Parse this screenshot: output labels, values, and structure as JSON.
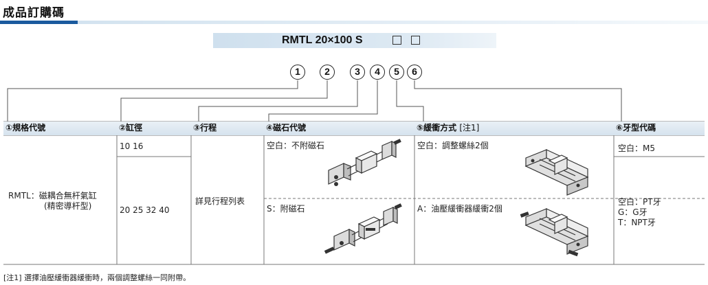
{
  "section_title": "成品訂購碼",
  "order_code": {
    "text": "RMTL 20×100 S",
    "box_count": 2
  },
  "position_markers": [
    "1",
    "2",
    "3",
    "4",
    "5",
    "6"
  ],
  "table": {
    "headers": {
      "spec": "①規格代號",
      "bore": "②缸徑",
      "stroke": "③行程",
      "magnet": "④磁石代號",
      "cushion": "⑤緩衝方式",
      "cushion_note": "[注1]",
      "thread": "⑥牙型代碼"
    },
    "spec_cell": {
      "line1": "RMTL：磁耦合無杆氣缸",
      "line2": "(精密導杆型)"
    },
    "bore_rows": [
      "10  16",
      "20  25  32  40"
    ],
    "stroke_cell": "詳見行程列表",
    "magnet_rows": [
      "空白：不附磁石",
      "S：附磁石"
    ],
    "cushion_rows": [
      "空白：調整螺絲2個",
      "A：油壓緩衝器緩衝2個"
    ],
    "thread_rows": [
      "空白：M5",
      "空白：PT牙",
      "G：G牙",
      "T：NPT牙"
    ]
  },
  "footnote": "[注1] 選擇油壓緩衝器緩衝時，兩個調整螺絲一同附帶。",
  "colors": {
    "accent": "#1a5a9e",
    "light_blue": "#cfe0ee",
    "header_bg": "#dde8f1"
  }
}
